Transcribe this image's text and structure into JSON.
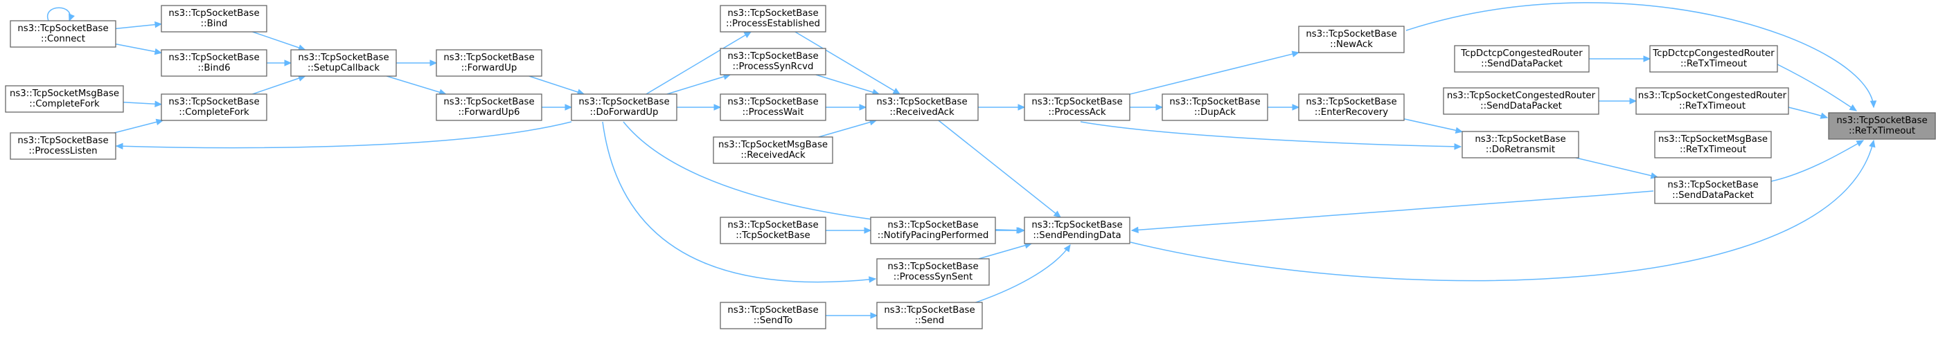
{
  "graph": {
    "edge_color": "#63b8ff",
    "root_fill": "#999999",
    "node_border": "#666666",
    "nodes": [
      {
        "id": "root",
        "lines": [
          "ns3::TcpSocketBase",
          "::ReTxTimeout"
        ],
        "root": true
      },
      {
        "id": "newack",
        "lines": [
          "ns3::TcpSocketBase",
          "::NewAck"
        ]
      },
      {
        "id": "dctcp_retx",
        "lines": [
          "TcpDctcpCongestedRouter",
          "::ReTxTimeout"
        ]
      },
      {
        "id": "dctcp_send",
        "lines": [
          "TcpDctcpCongestedRouter",
          "::SendDataPacket"
        ]
      },
      {
        "id": "cong_retx",
        "lines": [
          "ns3::TcpSocketCongestedRouter",
          "::ReTxTimeout"
        ]
      },
      {
        "id": "cong_send",
        "lines": [
          "ns3::TcpSocketCongestedRouter",
          "::SendDataPacket"
        ]
      },
      {
        "id": "msg_retx",
        "lines": [
          "ns3::TcpSocketMsgBase",
          "::ReTxTimeout"
        ]
      },
      {
        "id": "senddata",
        "lines": [
          "ns3::TcpSocketBase",
          "::SendDataPacket"
        ]
      },
      {
        "id": "doretrans",
        "lines": [
          "ns3::TcpSocketBase",
          "::DoRetransmit"
        ]
      },
      {
        "id": "enterrec",
        "lines": [
          "ns3::TcpSocketBase",
          "::EnterRecovery"
        ]
      },
      {
        "id": "dupack",
        "lines": [
          "ns3::TcpSocketBase",
          "::DupAck"
        ]
      },
      {
        "id": "processack",
        "lines": [
          "ns3::TcpSocketBase",
          "::ProcessAck"
        ]
      },
      {
        "id": "sendpending",
        "lines": [
          "ns3::TcpSocketBase",
          "::SendPendingData"
        ]
      },
      {
        "id": "receivedack",
        "lines": [
          "ns3::TcpSocketBase",
          "::ReceivedAck"
        ]
      },
      {
        "id": "notifypacing",
        "lines": [
          "ns3::TcpSocketBase",
          "::NotifyPacingPerformed"
        ]
      },
      {
        "id": "processsynsent",
        "lines": [
          "ns3::TcpSocketBase",
          "::ProcessSynSent"
        ]
      },
      {
        "id": "send",
        "lines": [
          "ns3::TcpSocketBase",
          "::Send"
        ]
      },
      {
        "id": "ctor",
        "lines": [
          "ns3::TcpSocketBase",
          "::TcpSocketBase"
        ]
      },
      {
        "id": "sendto",
        "lines": [
          "ns3::TcpSocketBase",
          "::SendTo"
        ]
      },
      {
        "id": "procest",
        "lines": [
          "ns3::TcpSocketBase",
          "::ProcessEstablished"
        ]
      },
      {
        "id": "procsynrcvd",
        "lines": [
          "ns3::TcpSocketBase",
          "::ProcessSynRcvd"
        ]
      },
      {
        "id": "procwait",
        "lines": [
          "ns3::TcpSocketBase",
          "::ProcessWait"
        ]
      },
      {
        "id": "msg_recvack",
        "lines": [
          "ns3::TcpSocketMsgBase",
          "::ReceivedAck"
        ]
      },
      {
        "id": "doforward",
        "lines": [
          "ns3::TcpSocketBase",
          "::DoForwardUp"
        ]
      },
      {
        "id": "forwardup",
        "lines": [
          "ns3::TcpSocketBase",
          "::ForwardUp"
        ]
      },
      {
        "id": "forwardup6",
        "lines": [
          "ns3::TcpSocketBase",
          "::ForwardUp6"
        ]
      },
      {
        "id": "setupcb",
        "lines": [
          "ns3::TcpSocketBase",
          "::SetupCallback"
        ]
      },
      {
        "id": "bind",
        "lines": [
          "ns3::TcpSocketBase",
          "::Bind"
        ]
      },
      {
        "id": "bind6",
        "lines": [
          "ns3::TcpSocketBase",
          "::Bind6"
        ]
      },
      {
        "id": "completefork",
        "lines": [
          "ns3::TcpSocketBase",
          "::CompleteFork"
        ]
      },
      {
        "id": "connect",
        "lines": [
          "ns3::TcpSocketBase",
          "::Connect"
        ]
      },
      {
        "id": "msg_completefork",
        "lines": [
          "ns3::TcpSocketMsgBase",
          "::CompleteFork"
        ]
      },
      {
        "id": "processlisten",
        "lines": [
          "ns3::TcpSocketBase",
          "::ProcessListen"
        ]
      }
    ]
  }
}
